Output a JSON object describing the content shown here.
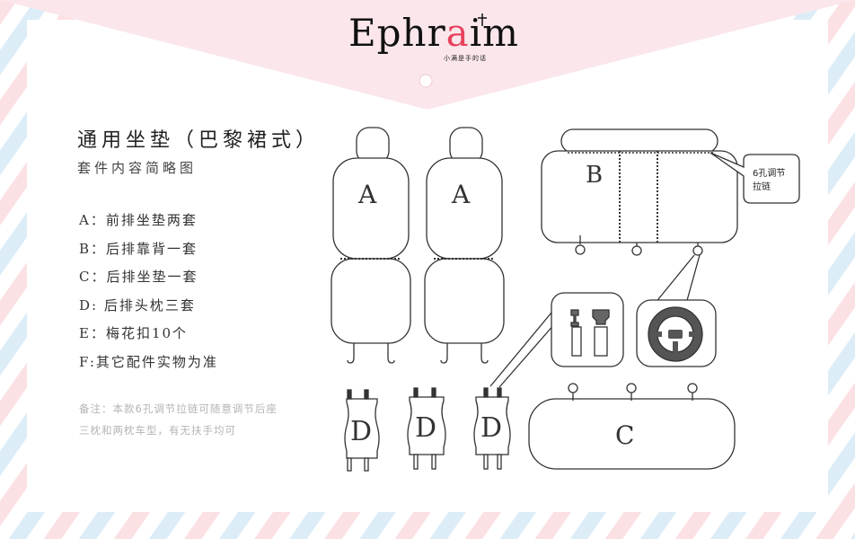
{
  "logo": {
    "brand": "Ephraim",
    "tagline": "小满是手的话"
  },
  "title": "通用坐垫（巴黎裙式）",
  "subtitle": "套件内容简略图",
  "contents": [
    "A：前排坐垫两套",
    "B：后排靠背一套",
    "C：后排坐垫一套",
    "D: 后排头枕三套",
    "E：梅花扣10个",
    "F:其它配件实物为准"
  ],
  "note": "备注：本款6孔调节拉链可随意调节后座三枕和两枕车型，有无扶手均可",
  "diagram": {
    "front_seat_label": "A",
    "rear_back_label": "B",
    "rear_seat_label": "C",
    "headrest_label": "D",
    "zipper_callout_line1": "6孔调节",
    "zipper_callout_line2": "拉链"
  },
  "colors": {
    "stripe_pink": "#fbe0e4",
    "stripe_blue": "#dcedf8",
    "envelope_flap": "#fbe7eb",
    "logo_heart": "#e8425e",
    "outline": "#333333",
    "note_text": "#b4b4b4"
  }
}
